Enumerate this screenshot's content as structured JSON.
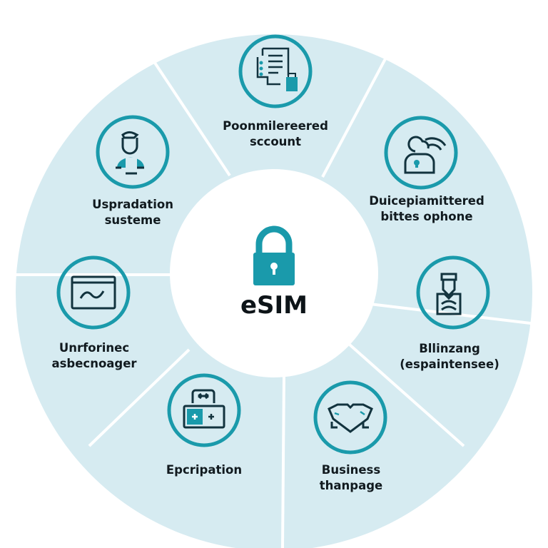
{
  "colors": {
    "ring_fill": "#d6ebf1",
    "divider": "#ffffff",
    "center_fill": "#ffffff",
    "accent_teal": "#1a9aab",
    "icon_dark": "#12333e",
    "text": "#111a1f"
  },
  "center": {
    "icon": "padlock-icon",
    "title": "eSIM"
  },
  "segments": [
    {
      "icon": "document-lock-icon",
      "line1": "Poonmilereered",
      "line2": "sccount"
    },
    {
      "icon": "user-cloud-lock-icon",
      "line1": "Duicepiamittered",
      "line2": "bittes ophone"
    },
    {
      "icon": "person-badge-icon",
      "line1": "Bllinzang",
      "line2": "(espaintensee)"
    },
    {
      "icon": "handshake-icon",
      "line1": "Business",
      "line2": "thanpage"
    },
    {
      "icon": "card-transfer-icon",
      "line1": "Epcripation",
      "line2": ""
    },
    {
      "icon": "chart-window-icon",
      "line1": "Unrforinec",
      "line2": "asbecnoager"
    },
    {
      "icon": "user-profile-icon",
      "line1": "Uspradation",
      "line2": "susteme"
    }
  ]
}
